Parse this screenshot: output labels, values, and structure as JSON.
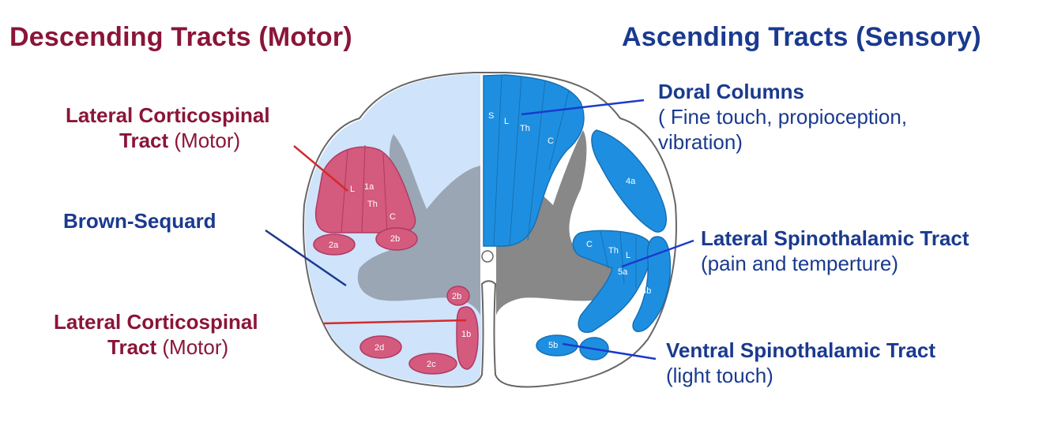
{
  "headings": {
    "descending": "Descending Tracts (Motor)",
    "ascending": "Ascending Tracts (Sensory)"
  },
  "labels": {
    "lcst_upper": {
      "line1": "Lateral Corticospinal",
      "line2_bold": "Tract",
      "line2_plain": " (Motor)"
    },
    "brown_sequard": "Brown-Sequard",
    "lcst_lower": {
      "line1": "Lateral Corticospinal",
      "line2_bold": "Tract",
      "line2_plain": " (Motor)"
    },
    "dorsal_columns": {
      "title": "Doral Columns",
      "desc_line1": "( Fine touch, propioception,",
      "desc_line2": "vibration)"
    },
    "lateral_spinothalamic": {
      "title": "Lateral Spinothalamic Tract",
      "desc": "(pain and temperture)"
    },
    "ventral_spinothalamic": {
      "title": "Ventral Spinothalamic Tract",
      "desc": "(light touch)"
    }
  },
  "tract_marks": {
    "pink": {
      "lcst_letters": [
        "L",
        "1a",
        "Th",
        "C"
      ],
      "t2a": "2a",
      "t2b_upper": "2b",
      "t2b_lower": "2b",
      "t1b": "1b",
      "t2d": "2d",
      "t2c": "2c"
    },
    "blue": {
      "dorsal_letters": [
        "S",
        "L",
        "Th",
        "C"
      ],
      "t4a": "4a",
      "lateral_letters": [
        "C",
        "Th",
        "L"
      ],
      "t5a": "5a",
      "t4b": "4b",
      "t5b": "5b"
    }
  },
  "colors": {
    "descending": "#8a1538",
    "ascending": "#1a3a8f",
    "motor_tract": "#d45a7e",
    "sensory_tract": "#1e8fe0",
    "lesion_zone": "#cfe3fa",
    "grey_matter": "#9aa6b3"
  }
}
